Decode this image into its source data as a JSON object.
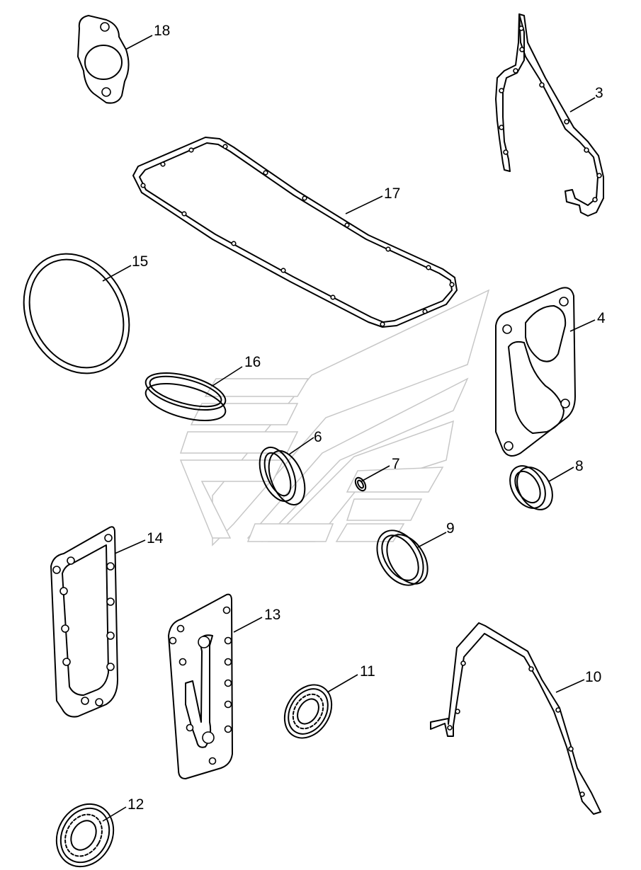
{
  "diagram": {
    "callouts": {
      "c3": "3",
      "c4": "4",
      "c6": "6",
      "c7": "7",
      "c8": "8",
      "c9": "9",
      "c10": "10",
      "c11": "11",
      "c12": "12",
      "c13": "13",
      "c14": "14",
      "c15": "15",
      "c16": "16",
      "c17": "17",
      "c18": "18"
    }
  }
}
